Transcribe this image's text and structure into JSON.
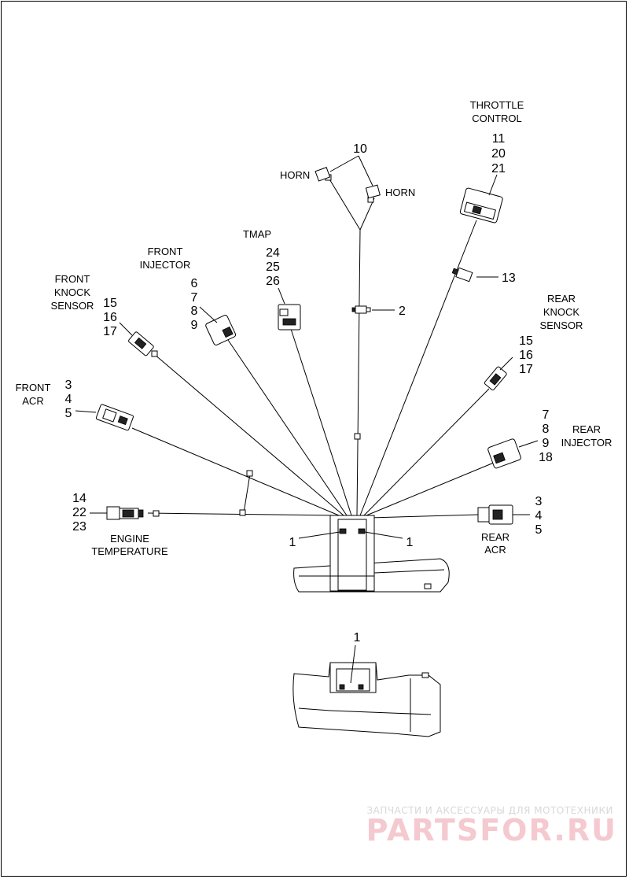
{
  "labels": {
    "horn_left": "HORN",
    "horn_right": "HORN",
    "throttle_control_1": "THROTTLE",
    "throttle_control_2": "CONTROL",
    "tmap": "TMAP",
    "front_injector_1": "FRONT",
    "front_injector_2": "INJECTOR",
    "front_knock_1": "FRONT",
    "front_knock_2": "KNOCK",
    "front_knock_3": "SENSOR",
    "front_acr_1": "FRONT",
    "front_acr_2": "ACR",
    "rear_knock_1": "REAR",
    "rear_knock_2": "KNOCK",
    "rear_knock_3": "SENSOR",
    "rear_injector_1": "REAR",
    "rear_injector_2": "INJECTOR",
    "rear_acr_1": "REAR",
    "rear_acr_2": "ACR",
    "engine_temp_1": "ENGINE",
    "engine_temp_2": "TEMPERATURE"
  },
  "callouts": {
    "horn": "10",
    "throttle": [
      "11",
      "20",
      "21"
    ],
    "connector_13": "13",
    "clip_2": "2",
    "tmap": [
      "24",
      "25",
      "26"
    ],
    "front_injector": [
      "6",
      "7",
      "8",
      "9"
    ],
    "front_knock": [
      "15",
      "16",
      "17"
    ],
    "front_acr": [
      "3",
      "4",
      "5"
    ],
    "rear_knock": [
      "15",
      "16",
      "17"
    ],
    "rear_injector": [
      "7",
      "8",
      "9",
      "18"
    ],
    "rear_acr": [
      "3",
      "4",
      "5"
    ],
    "engine_temp": [
      "14",
      "22",
      "23"
    ],
    "bracket_left": "1",
    "bracket_right": "1",
    "bracket_detail": "1"
  },
  "watermark": {
    "line1": "ЗАПЧАСТИ И АКСЕССУАРЫ ДЛЯ МОТОТЕХНИКИ",
    "line2": "PARTSFOR.RU"
  }
}
